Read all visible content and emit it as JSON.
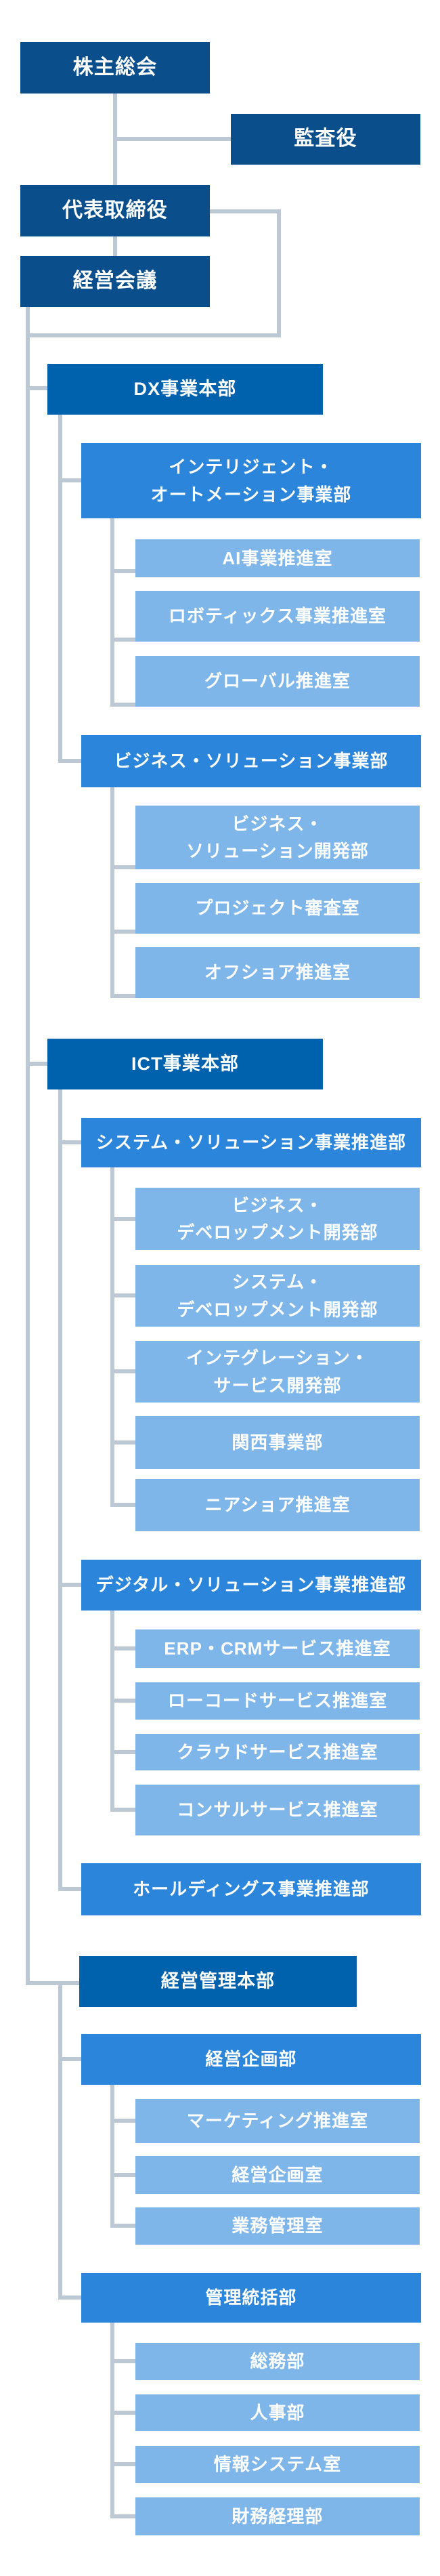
{
  "page": {
    "title": "組織図",
    "background_color": "#FFFFFF",
    "text_color": "#FFFFFF"
  },
  "colors": {
    "governance_box": "#0A4E8C",
    "division_hq_box": "#0061AD",
    "department_box": "#2A85DB",
    "office_box": "#7FB6E9",
    "connector_line": "#BCC9D5"
  },
  "org_chart": {
    "nodes": [
      {
        "id": "shareholders-meeting",
        "level": "l0",
        "label": "株主総会"
      },
      {
        "id": "auditor",
        "level": "l0",
        "label": "監査役"
      },
      {
        "id": "representative-director",
        "level": "l0",
        "label": "代表取締役"
      },
      {
        "id": "management-meeting",
        "level": "l0",
        "label": "経営会議"
      },
      {
        "id": "dx-division-hq",
        "level": "l1",
        "label": "DX事業本部"
      },
      {
        "id": "intelligent-automation-div",
        "level": "l2",
        "label": "インテリジェント・\nオートメーション事業部"
      },
      {
        "id": "ai-promotion-office",
        "level": "l3",
        "label": "AI事業推進室"
      },
      {
        "id": "robotics-promotion-office",
        "level": "l3",
        "label": "ロボティックス事業推進室"
      },
      {
        "id": "global-promotion-office",
        "level": "l3",
        "label": "グローバル推進室"
      },
      {
        "id": "business-solution-div",
        "level": "l2",
        "label": "ビジネス・ソリューション事業部"
      },
      {
        "id": "business-solution-dev-dept",
        "level": "l3",
        "label": "ビジネス・\nソリューション開発部"
      },
      {
        "id": "project-review-office",
        "level": "l3",
        "label": "プロジェクト審査室"
      },
      {
        "id": "offshore-promotion-office",
        "level": "l3",
        "label": "オフショア推進室"
      },
      {
        "id": "ict-division-hq",
        "level": "l1",
        "label": "ICT事業本部"
      },
      {
        "id": "system-solution-promotion-dept",
        "level": "l2",
        "label": "システム・ソリューション事業推進部"
      },
      {
        "id": "business-development-dev-dept",
        "level": "l3",
        "label": "ビジネス・\nデベロップメント開発部"
      },
      {
        "id": "system-development-dev-dept",
        "level": "l3",
        "label": "システム・\nデベロップメント開発部"
      },
      {
        "id": "integration-service-dev-dept",
        "level": "l3",
        "label": "インテグレーション・\nサービス開発部"
      },
      {
        "id": "kansai-business-dept",
        "level": "l3",
        "label": "関西事業部"
      },
      {
        "id": "nearshore-promotion-office",
        "level": "l3",
        "label": "ニアショア推進室"
      },
      {
        "id": "digital-solution-promotion-dept",
        "level": "l2",
        "label": "デジタル・ソリューション事業推進部"
      },
      {
        "id": "erp-crm-service-office",
        "level": "l3",
        "label": "ERP・CRMサービス推進室"
      },
      {
        "id": "lowcode-service-office",
        "level": "l3",
        "label": "ローコードサービス推進室"
      },
      {
        "id": "cloud-service-office",
        "level": "l3",
        "label": "クラウドサービス推進室"
      },
      {
        "id": "consul-service-office",
        "level": "l3",
        "label": "コンサルサービス推進室"
      },
      {
        "id": "holdings-business-promotion-dept",
        "level": "l2",
        "label": "ホールディングス事業推進部"
      },
      {
        "id": "management-admin-hq",
        "level": "l1",
        "label": "経営管理本部"
      },
      {
        "id": "corporate-planning-dept",
        "level": "l2",
        "label": "経営企画部"
      },
      {
        "id": "marketing-promotion-office",
        "level": "l3",
        "label": "マーケティング推進室"
      },
      {
        "id": "corporate-planning-office",
        "level": "l3",
        "label": "経営企画室"
      },
      {
        "id": "business-admin-office",
        "level": "l3",
        "label": "業務管理室"
      },
      {
        "id": "admin-general-dept",
        "level": "l2",
        "label": "管理統括部"
      },
      {
        "id": "general-affairs-dept",
        "level": "l3",
        "label": "総務部"
      },
      {
        "id": "hr-dept",
        "level": "l3",
        "label": "人事部"
      },
      {
        "id": "info-system-office",
        "level": "l3",
        "label": "情報システム室"
      },
      {
        "id": "finance-accounting-dept",
        "level": "l3",
        "label": "財務経理部"
      }
    ]
  }
}
